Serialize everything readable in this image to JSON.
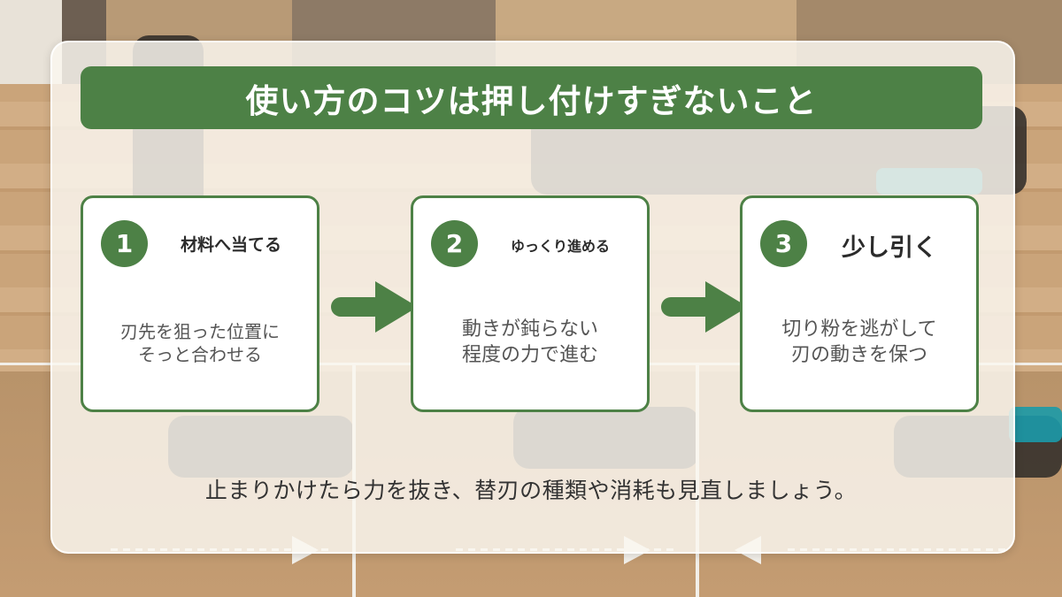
{
  "title": "使い方のコツは押し付けすぎないこと",
  "steps": [
    {
      "number": "1",
      "heading": "材料へ当てる",
      "body": "刃先を狙った位置に\nそっと合わせる"
    },
    {
      "number": "2",
      "heading": "ゆっくり進める",
      "body": "動きが鈍らない\n程度の力で進む"
    },
    {
      "number": "3",
      "heading": "少し引く",
      "body": "切り粉を逃がして\n刃の動きを保つ"
    }
  ],
  "footer": "止まりかけたら力を抜き、替刃の種類や消耗も見直しましょう。",
  "colors": {
    "accent": "#4d8146",
    "panel": "#faf7f0",
    "text": "#333333"
  }
}
